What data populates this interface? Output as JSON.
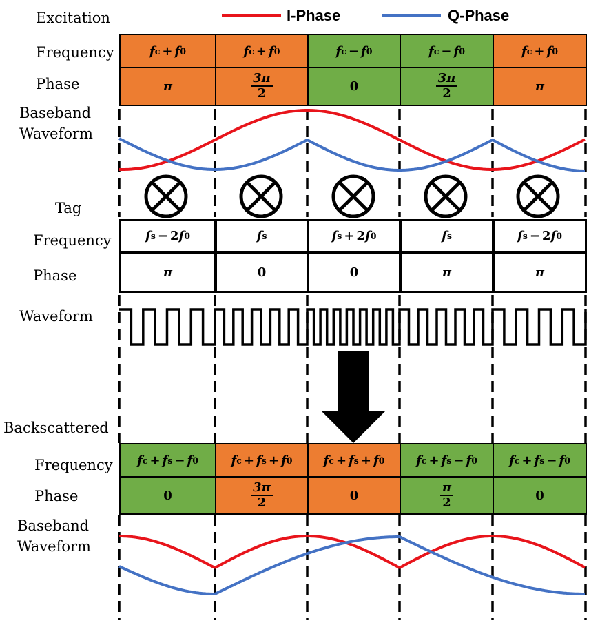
{
  "legend": {
    "i_label": "I-Phase",
    "q_label": "Q-Phase",
    "i_color": "#e8141b",
    "q_color": "#4472c4"
  },
  "labels": {
    "excitation": "Excitation",
    "frequency": "Frequency",
    "phase": "Phase",
    "baseband_line1": "Baseband",
    "baseband_line2": "Waveform",
    "tag": "Tag",
    "waveform": "Waveform",
    "backscattered": "Backscattered"
  },
  "excitation": {
    "frequency": [
      "fc + f0",
      "fc + f0",
      "fc − f0",
      "fc − f0",
      "fc + f0"
    ],
    "phase": [
      "π",
      "3π/2",
      "0",
      "3π/2",
      "π"
    ],
    "cell_colors": [
      "orange",
      "orange",
      "green",
      "green",
      "orange"
    ]
  },
  "tag": {
    "frequency": [
      "fs − 2f0",
      "fs",
      "fs + 2f0",
      "fs",
      "fs − 2f0"
    ],
    "phase": [
      "π",
      "0",
      "0",
      "π",
      "π"
    ]
  },
  "backscattered": {
    "frequency": [
      "fc + fs − f0",
      "fc + fs + f0",
      "fc + fs + f0",
      "fc + fs − f0",
      "fc + fs − f0"
    ],
    "phase": [
      "0",
      "3π/2",
      "0",
      "π/2",
      "0"
    ],
    "cell_colors": [
      "green",
      "orange",
      "orange",
      "green",
      "green"
    ]
  },
  "colors": {
    "orange": "#ed7d31",
    "green": "#70ad47",
    "white": "#ffffff"
  }
}
